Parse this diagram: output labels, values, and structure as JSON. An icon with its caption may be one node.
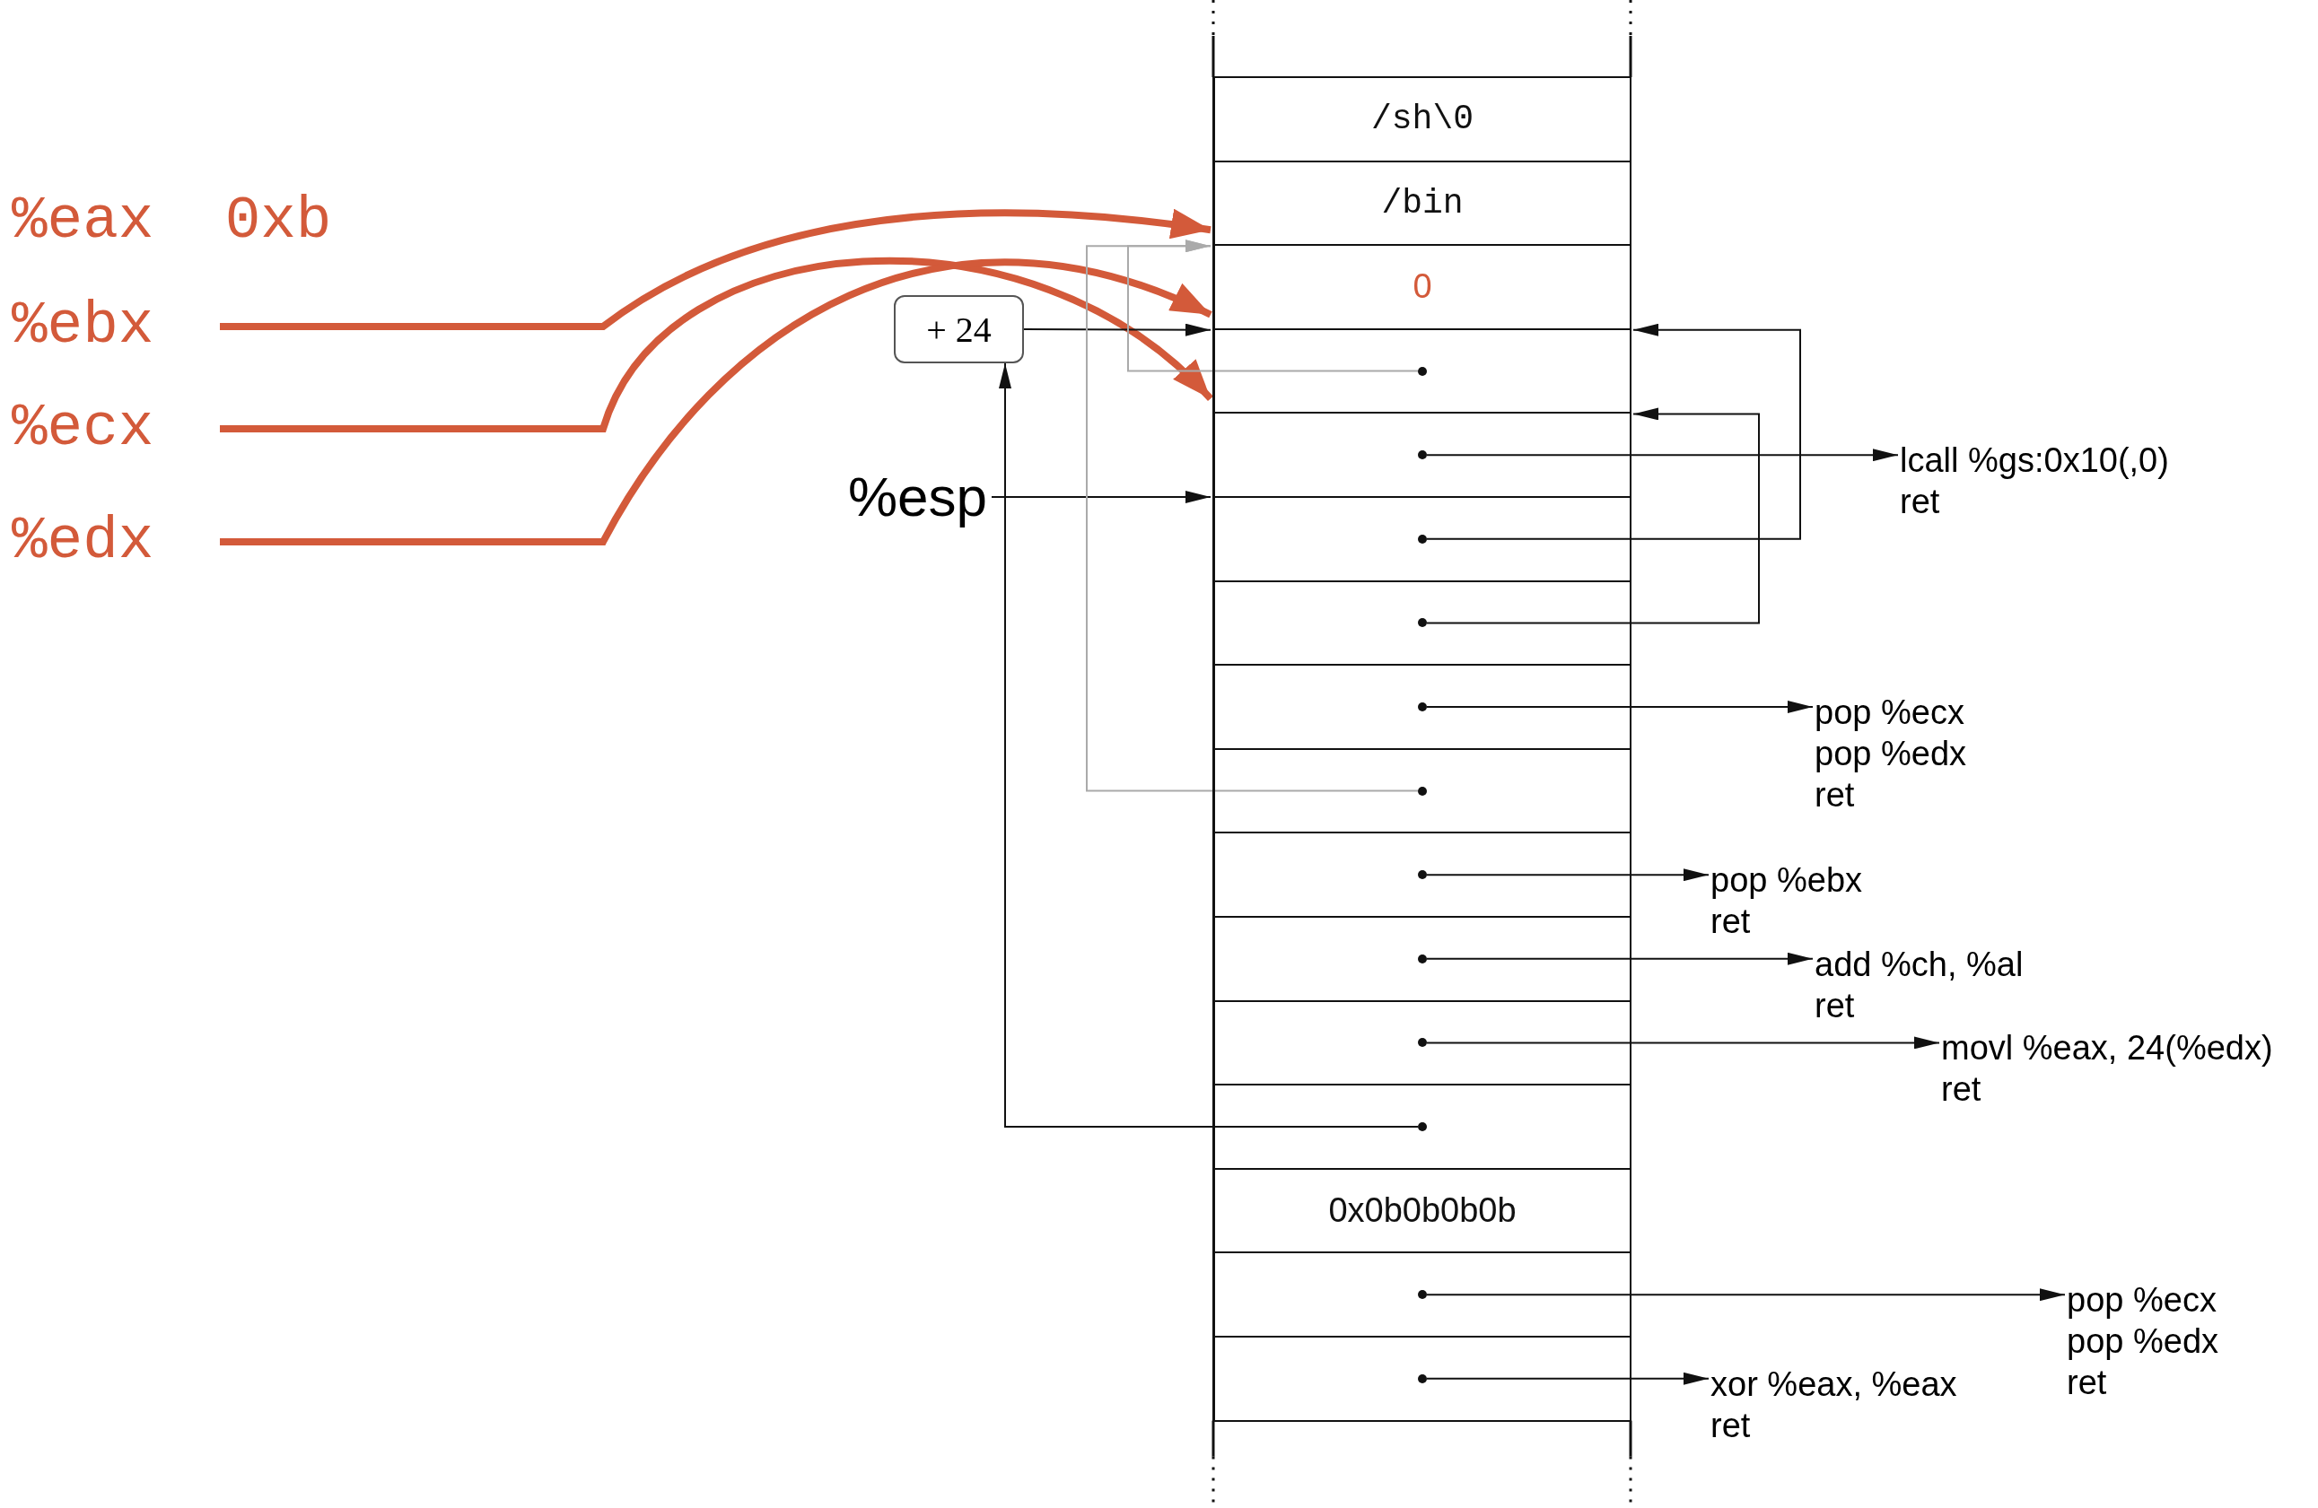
{
  "diagram": {
    "nodes": [
      {
        "text": [
          "%ebx"
        ]
      },
      {
        "text": [
          "%ecx"
        ]
      },
      {
        "text": [
          "%edx"
        ]
      },
      {
        "text": [
          "+ 24"
        ]
      },
      {
        "text": [
          "%esp"
        ]
      },
      {
        "text": [
          "/sh\\0"
        ]
      },
      {
        "text": [
          "/bin"
        ]
      },
      {
        "text": [
          "0"
        ]
      },
      {
        "text": [],
        "shape": "box"
      },
      {
        "text": [],
        "shape": "box"
      },
      {
        "text": [],
        "shape": "box"
      },
      {
        "text": [],
        "shape": "box"
      },
      {
        "text": [],
        "shape": "box"
      },
      {
        "text": [],
        "shape": "box"
      },
      {
        "text": [],
        "shape": "box"
      },
      {
        "text": [],
        "shape": "box"
      },
      {
        "text": [],
        "shape": "box"
      },
      {
        "text": [],
        "shape": "box"
      },
      {
        "text": [
          "0x0b0b0b0b"
        ]
      },
      {
        "text": [],
        "shape": "box"
      },
      {
        "text": [],
        "shape": "box"
      },
      {
        "text": [],
        "shape": "dot",
        "in": 8
      },
      {
        "text": [],
        "shape": "dot",
        "in": 9
      },
      {
        "text": [],
        "shape": "dot",
        "in": 10
      },
      {
        "text": [],
        "shape": "dot",
        "in": 11
      },
      {
        "text": [],
        "shape": "dot",
        "in": 12
      },
      {
        "text": [],
        "shape": "dot",
        "in": 13
      },
      {
        "text": [],
        "shape": "dot",
        "in": 14
      },
      {
        "text": [],
        "shape": "dot",
        "in": 15
      },
      {
        "text": [],
        "shape": "dot",
        "in": 16
      },
      {
        "text": [],
        "shape": "dot",
        "in": 17
      },
      {
        "text": [],
        "shape": "dot",
        "in": 19
      },
      {
        "text": [],
        "shape": "dot",
        "in": 20
      },
      {
        "text": [
          "lcall %gs:0x10(,0)",
          "ret"
        ]
      },
      {
        "text": [
          "pop %ecx",
          "pop %edx",
          "ret"
        ]
      },
      {
        "text": [
          "pop %ebx",
          "ret"
        ]
      },
      {
        "text": [
          "add %ch, %al",
          "ret"
        ]
      },
      {
        "text": [
          "movl %eax, 24(%edx)",
          "ret"
        ]
      },
      {
        "text": [
          "pop %ecx",
          "pop %edx",
          "ret"
        ]
      },
      {
        "text": [
          "xor %eax, %eax",
          "ret"
        ]
      }
    ],
    "edges": [
      {
        "from": 0,
        "to": 6,
        "arrow": "to",
        "style": "thick",
        "color": "#d35a3a"
      },
      {
        "from": 1,
        "to": 8,
        "arrow": "to",
        "style": "thick",
        "color": "#d35a3a"
      },
      {
        "from": 2,
        "to": 7,
        "arrow": "to",
        "style": "thick",
        "color": "#d35a3a"
      },
      {
        "from": 4,
        "to": 9,
        "arrow": "to"
      },
      {
        "from": 3,
        "to": 7,
        "arrow": "to"
      },
      {
        "from": 30,
        "to": 3,
        "arrow": "to"
      },
      {
        "from": 21,
        "to": 6,
        "arrow": "to",
        "color": "#aaaaaa"
      },
      {
        "from": 26,
        "to": 6,
        "arrow": "to",
        "color": "#aaaaaa"
      },
      {
        "from": 23,
        "to": 7,
        "arrow": "to"
      },
      {
        "from": 24,
        "to": 8,
        "arrow": "to"
      },
      {
        "from": 22,
        "to": 33,
        "arrow": "to"
      },
      {
        "from": 25,
        "to": 34,
        "arrow": "to"
      },
      {
        "from": 27,
        "to": 35,
        "arrow": "to"
      },
      {
        "from": 28,
        "to": 36,
        "arrow": "to"
      },
      {
        "from": 29,
        "to": 37,
        "arrow": "to"
      },
      {
        "from": 31,
        "to": 38,
        "arrow": "to"
      },
      {
        "from": 32,
        "to": 39,
        "arrow": "to"
      }
    ],
    "labels": [
      "%eax 0xb"
    ]
  }
}
